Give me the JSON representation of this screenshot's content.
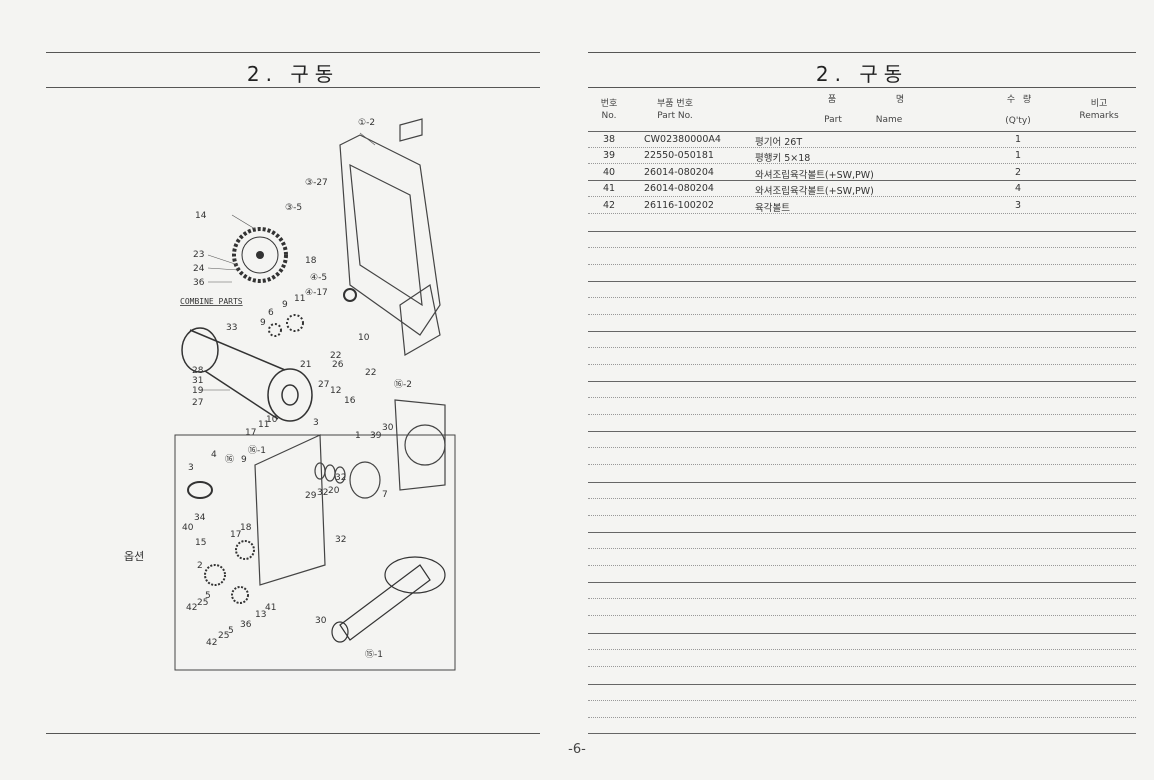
{
  "left_page": {
    "title": "2. 구동",
    "option_label": "옵션",
    "combine_parts_label": "COMBINE PARTS",
    "callouts": [
      "1-2",
      "3-27",
      "3-5",
      "14",
      "23",
      "24",
      "36",
      "18",
      "4-5",
      "4-17",
      "9",
      "11",
      "6",
      "9",
      "33",
      "10",
      "22",
      "21",
      "26",
      "27",
      "12",
      "16",
      "28",
      "31",
      "19",
      "27",
      "16-2",
      "17",
      "11",
      "10",
      "3",
      "1",
      "39",
      "30",
      "3",
      "4",
      "16",
      "9",
      "16-1",
      "32",
      "29",
      "20",
      "32",
      "7",
      "40",
      "34",
      "18",
      "17",
      "15",
      "2",
      "32",
      "5",
      "42",
      "25",
      "41",
      "13",
      "36",
      "42",
      "25",
      "5",
      "30",
      "15-1"
    ]
  },
  "right_page": {
    "title": "2. 구동",
    "headers": {
      "no_kr": "번호",
      "no_en": "No.",
      "part_no_kr": "부품 번호",
      "part_no_en": "Part  No.",
      "name_kr_1": "품",
      "name_kr_2": "명",
      "name_en_1": "Part",
      "name_en_2": "Name",
      "qty_kr_1": "수",
      "qty_kr_2": "량",
      "qty_en": "(Q'ty)",
      "remarks_kr": "비고",
      "remarks_en": "Remarks"
    },
    "rows": [
      {
        "no": "38",
        "part_no": "CW02380000A4",
        "name": "평기어 26T",
        "qty": "1"
      },
      {
        "no": "39",
        "part_no": "22550-050181",
        "name": "평행키 5×18",
        "qty": "1"
      },
      {
        "no": "40",
        "part_no": "26014-080204",
        "name": "와셔조립육각볼트(+SW,PW)",
        "qty": "2"
      },
      {
        "no": "41",
        "part_no": "26014-080204",
        "name": "와셔조립육각볼트(+SW,PW)",
        "qty": "4"
      },
      {
        "no": "42",
        "part_no": "26116-100202",
        "name": "육각볼트",
        "qty": "3"
      }
    ]
  },
  "footer": {
    "page_number": "-6-"
  }
}
